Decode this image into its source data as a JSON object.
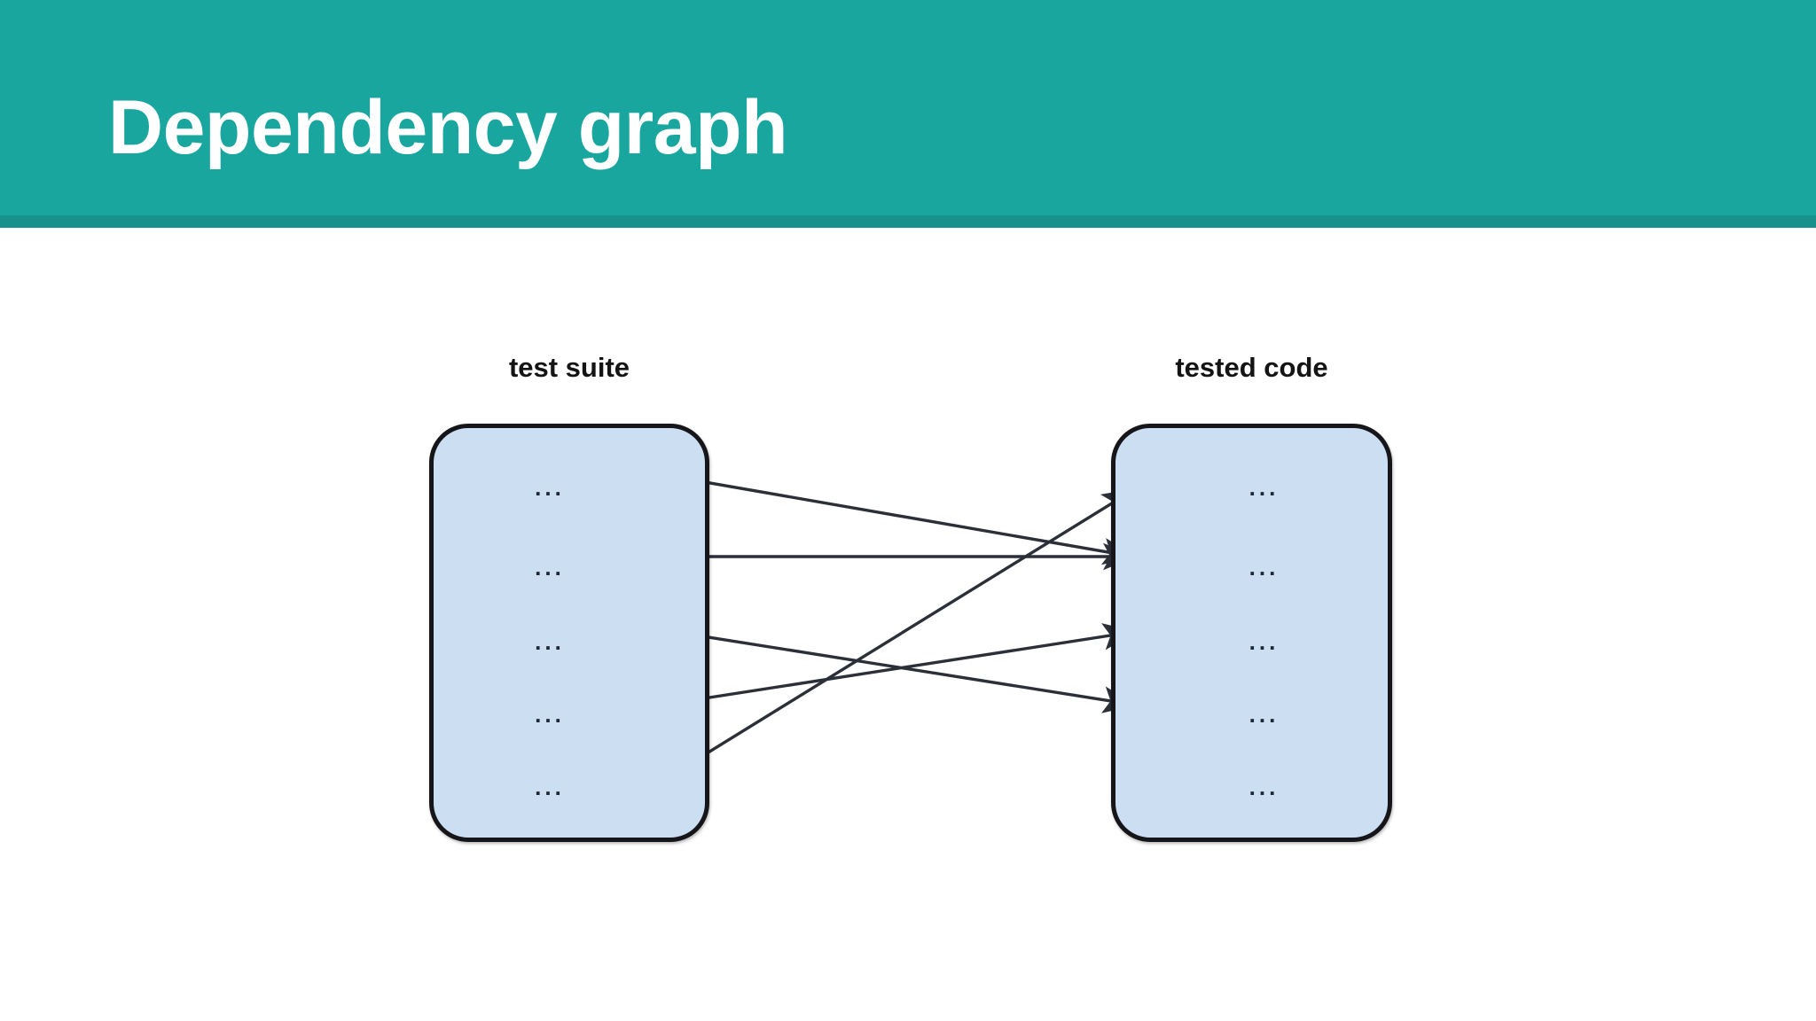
{
  "slide": {
    "title": "Dependency graph",
    "banner_color": "#19a69e",
    "banner_underline_color": "#18918c",
    "background_color": "#ffffff"
  },
  "diagram": {
    "type": "bipartite-dependency-graph",
    "edge_color": "#2b2f38",
    "box_fill_color": "#cbdef2",
    "box_border_color": "#16161a",
    "groups": [
      {
        "id": "test-suite",
        "label": "test suite",
        "items": [
          "...",
          "...",
          "...",
          "...",
          "..."
        ]
      },
      {
        "id": "tested-code",
        "label": "tested code",
        "items": [
          "...",
          "...",
          "...",
          "...",
          "..."
        ]
      }
    ],
    "edges": [
      {
        "from": "test-suite.1",
        "to": "tested-code.2"
      },
      {
        "from": "test-suite.2",
        "to": "tested-code.2"
      },
      {
        "from": "test-suite.3",
        "to": "tested-code.4"
      },
      {
        "from": "test-suite.4",
        "to": "tested-code.3"
      },
      {
        "from": "test-suite.5",
        "to": "tested-code.1"
      }
    ]
  }
}
